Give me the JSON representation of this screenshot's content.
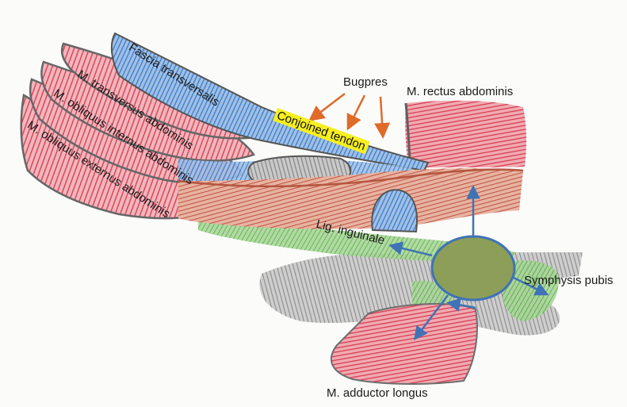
{
  "labels": {
    "fascia_transversalis": "Fascia transversalis",
    "transversus_abdominis": "M. transversus abdominis",
    "obliquus_internus": "M. obliquus internus abdominis",
    "obliquus_externus": "M. obliquus externus abdominis",
    "bugpres": "Bugpres",
    "rectus_abdominis": "M. rectus abdominis",
    "conjoined_tendon": "Conjoined tendon",
    "lig_inguinale": "Lig. inguinale",
    "symphysis_pubis": "Symphysis pubis",
    "adductor_longus": "M. adductor longus"
  },
  "colors": {
    "muscle_red": "#d9485a",
    "fascia_blue": "#3a78c6",
    "brown_ligament": "#b5563f",
    "green": "#5fae4a",
    "gray": "#8c8c8c",
    "arrow_orange": "#e06a28",
    "arrow_blue": "#3f73b5",
    "highlight_yellow": "#f6ef1f"
  }
}
